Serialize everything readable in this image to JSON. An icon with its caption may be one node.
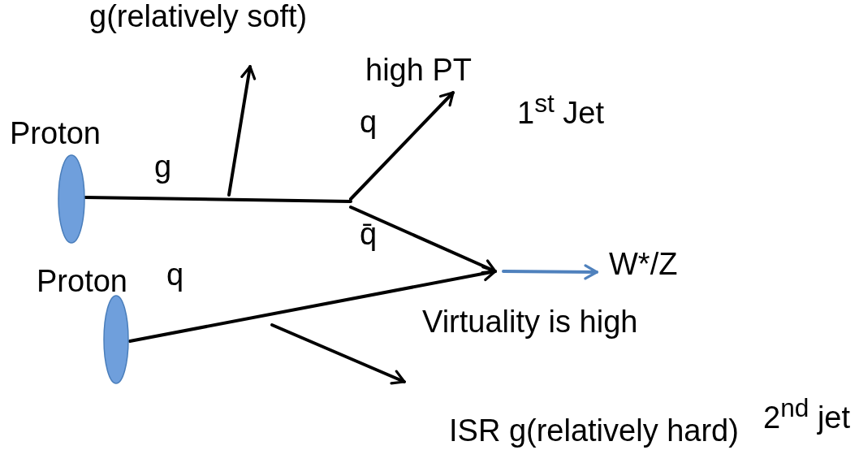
{
  "diagram": {
    "nodes": [
      {
        "text": [],
        "shape": "ellipse",
        "beside": [
          "Proton"
        ]
      },
      {
        "text": [],
        "shape": "ellipse",
        "beside": [
          "Proton"
        ]
      },
      {
        "text": [
          "g(relatively soft)"
        ]
      },
      {
        "text": [
          "1$^{st}$ Jet"
        ]
      },
      {
        "text": [
          "W*/Z"
        ]
      },
      {
        "text": [
          "ISR g(relatively hard)"
        ],
        "beside": [
          "2$^{nd}$ jet"
        ]
      },
      {
        "text": [
          "Virtuality is high"
        ]
      }
    ],
    "edges": [
      {
        "from": 0,
        "to": null,
        "arrow": "none",
        "label": "g"
      },
      {
        "from": null,
        "to": 2,
        "arrow": "to"
      },
      {
        "from": null,
        "to": 3,
        "arrow": "to",
        "label": "q"
      },
      {
        "from": null,
        "to": 6,
        "arrow": "to",
        "label": "q̄"
      },
      {
        "from": 1,
        "to": 6,
        "arrow": "to",
        "label": "q"
      },
      {
        "from": null,
        "to": 4,
        "arrow": "to",
        "color": "#4f81bd"
      },
      {
        "from": null,
        "to": 5,
        "arrow": "to"
      }
    ],
    "labels": [
      "high PT"
    ]
  }
}
